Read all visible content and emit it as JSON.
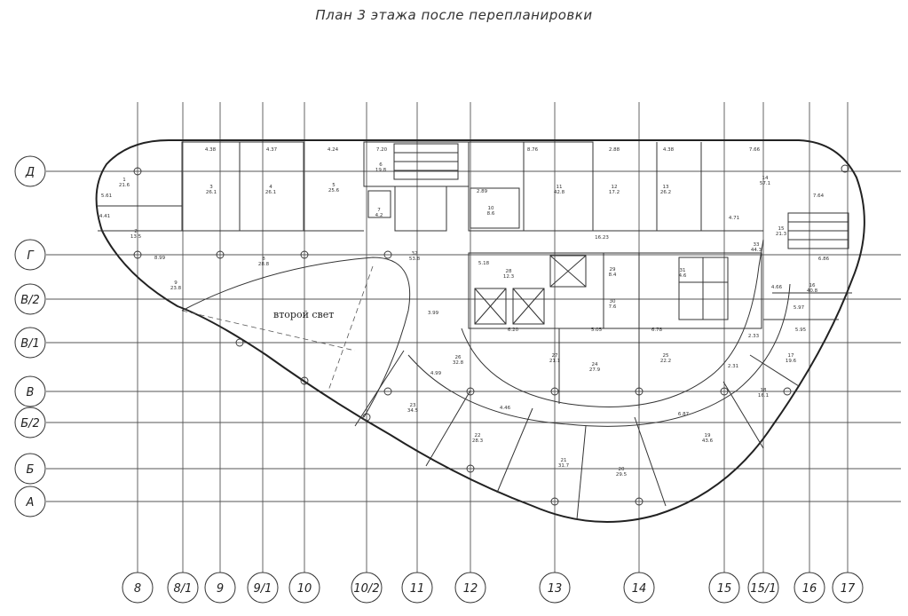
{
  "title": "План 3 этажа после перепланировки",
  "room_label": "второй свет",
  "row_axes": [
    "Д",
    "Г",
    "В/2",
    "В/1",
    "В",
    "Б/2",
    "Б",
    "А"
  ],
  "col_axes": [
    "8",
    "8/1",
    "9",
    "9/1",
    "10",
    "10/2",
    "11",
    "12",
    "13",
    "14",
    "15",
    "15/1",
    "16",
    "17"
  ],
  "rooms": [
    {
      "n": "1",
      "a": "21.6"
    },
    {
      "n": "2",
      "a": "13.5"
    },
    {
      "n": "3",
      "a": "26.1"
    },
    {
      "n": "4",
      "a": "26.1"
    },
    {
      "n": "5",
      "a": "25.6"
    },
    {
      "n": "6",
      "a": "19.8"
    },
    {
      "n": "7",
      "a": "4.2"
    },
    {
      "n": "8",
      "a": "28.8"
    },
    {
      "n": "9",
      "a": "23.8"
    },
    {
      "n": "10",
      "a": "8.6"
    },
    {
      "n": "11",
      "a": "42.8"
    },
    {
      "n": "12",
      "a": "17.2"
    },
    {
      "n": "13",
      "a": "26.2"
    },
    {
      "n": "14",
      "a": "57.1"
    },
    {
      "n": "15",
      "a": "21.3"
    },
    {
      "n": "16",
      "a": "40.8"
    },
    {
      "n": "17",
      "a": "19.6"
    },
    {
      "n": "18",
      "a": "16.1"
    },
    {
      "n": "19",
      "a": "43.6"
    },
    {
      "n": "20",
      "a": "29.5"
    },
    {
      "n": "21",
      "a": "31.7"
    },
    {
      "n": "22",
      "a": "28.3"
    },
    {
      "n": "23",
      "a": "34.5"
    },
    {
      "n": "24",
      "a": "27.9"
    },
    {
      "n": "25",
      "a": "22.2"
    },
    {
      "n": "26",
      "a": "32.8"
    },
    {
      "n": "27",
      "a": "21.1"
    },
    {
      "n": "28",
      "a": "12.3"
    },
    {
      "n": "29",
      "a": "8.4"
    },
    {
      "n": "30",
      "a": "7.6"
    },
    {
      "n": "31",
      "a": "4.6"
    },
    {
      "n": "32",
      "a": "53.8"
    },
    {
      "n": "33",
      "a": "44.3"
    }
  ],
  "dims": [
    "4.38",
    "4.37",
    "4.24",
    "7.20",
    "8.76",
    "2.88",
    "4.38",
    "7.66",
    "5.61",
    "4.41",
    "8.99",
    "2.89",
    "16.23",
    "5.18",
    "6.20",
    "5.05",
    "6.78",
    "5.97",
    "5.95",
    "4.66",
    "6.86",
    "7.64",
    "4.71",
    "3.99",
    "4.99",
    "4.46",
    "6.87",
    "2.31",
    "2.33"
  ]
}
